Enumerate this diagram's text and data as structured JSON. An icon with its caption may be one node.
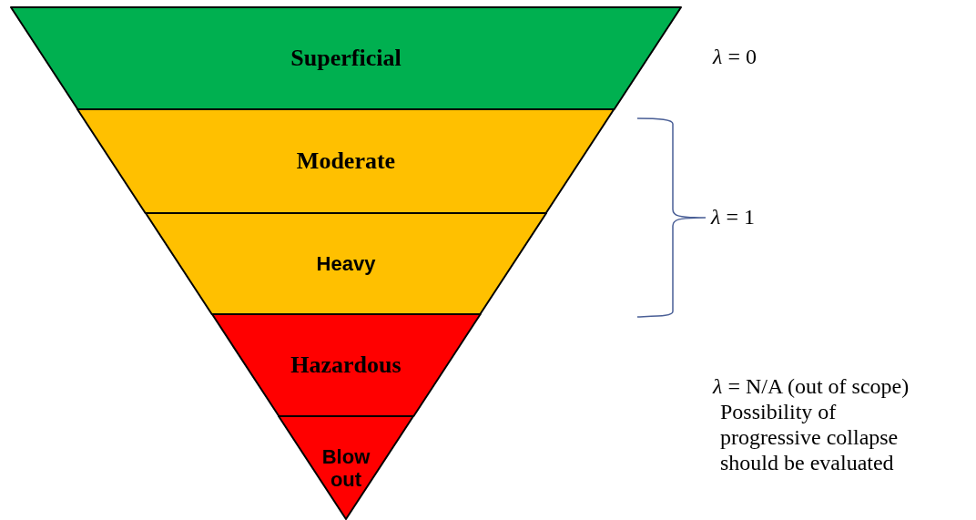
{
  "diagram": {
    "nodes": [
      {
        "text": [
          "Superficial"
        ]
      },
      {
        "text": [
          "Moderate"
        ]
      },
      {
        "text": [
          "Heavy"
        ]
      },
      {
        "text": [
          "Hazardous"
        ]
      },
      {
        "text": [
          "Blow out"
        ]
      }
    ],
    "labels": [
      "*λ* = 0",
      "*λ* = 1",
      "*λ* = N/A (out of scope)",
      "Possibility of progressive collapse should be evaluated"
    ]
  }
}
